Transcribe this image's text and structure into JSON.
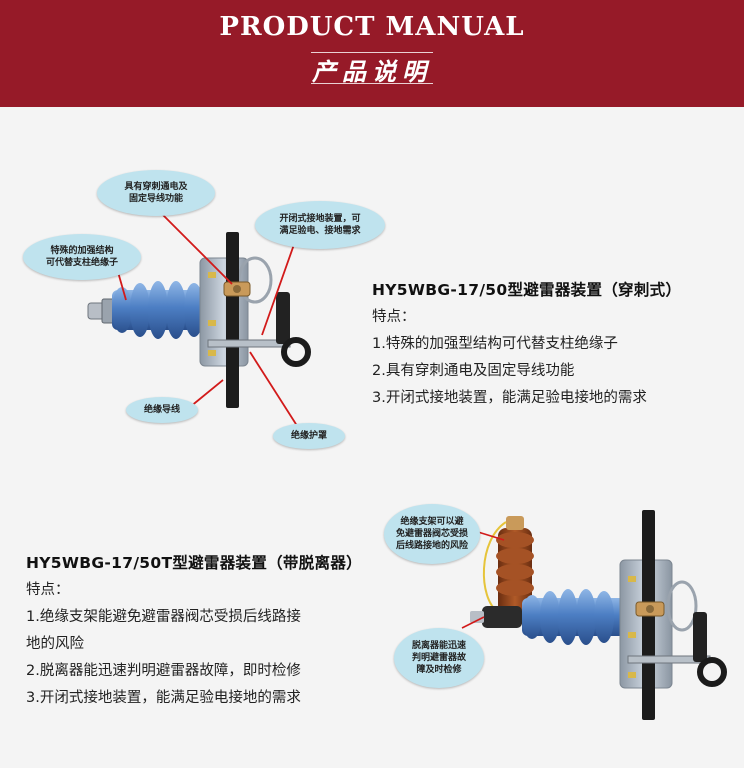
{
  "header": {
    "title_en": "PRODUCT MANUAL",
    "title_zh": "产品说明"
  },
  "product1": {
    "title": "HY5WBG-17/50型避雷器装置（穿刺式）",
    "features_label": "特点：",
    "features": [
      "1.特殊的加强型结构可代替支柱绝缘子",
      "2.具有穿刺通电及固定导线功能",
      "3.开闭式接地装置，能满足验电接地的需求"
    ],
    "callouts": {
      "puncture": [
        "具有穿刺通电及",
        "固定导线功能"
      ],
      "ground": [
        "开闭式接地装置，可",
        "满足验电、接地需求"
      ],
      "structure": [
        "特殊的加强结构",
        "可代替支柱绝缘子"
      ],
      "wire": [
        "绝缘导线"
      ],
      "cover": [
        "绝缘护罩"
      ]
    }
  },
  "product2": {
    "title": "HY5WBG-17/50T型避雷器装置（带脱离器）",
    "features_label": "特点：",
    "features": [
      "1.绝缘支架能避免避雷器阀芯受损后线路接",
      "地的风险",
      "2.脱离器能迅速判明避雷器故障，即时检修",
      "3.开闭式接地装置，能满足验电接地的需求"
    ],
    "callouts": {
      "bracket": [
        "绝缘支架可以避",
        "免避雷器阀芯受损",
        "后线路接地的风险"
      ],
      "disconnector": [
        "脱离器能迅速",
        "判明避雷器故",
        "障及时检修"
      ]
    }
  },
  "colors": {
    "header_bg": "#961a28",
    "callout_bg": "#bfe3ee",
    "insulator_blue": "#4d7fc4",
    "bracket_brown": "#9a4a1f",
    "leader_red": "#d21a1a"
  }
}
